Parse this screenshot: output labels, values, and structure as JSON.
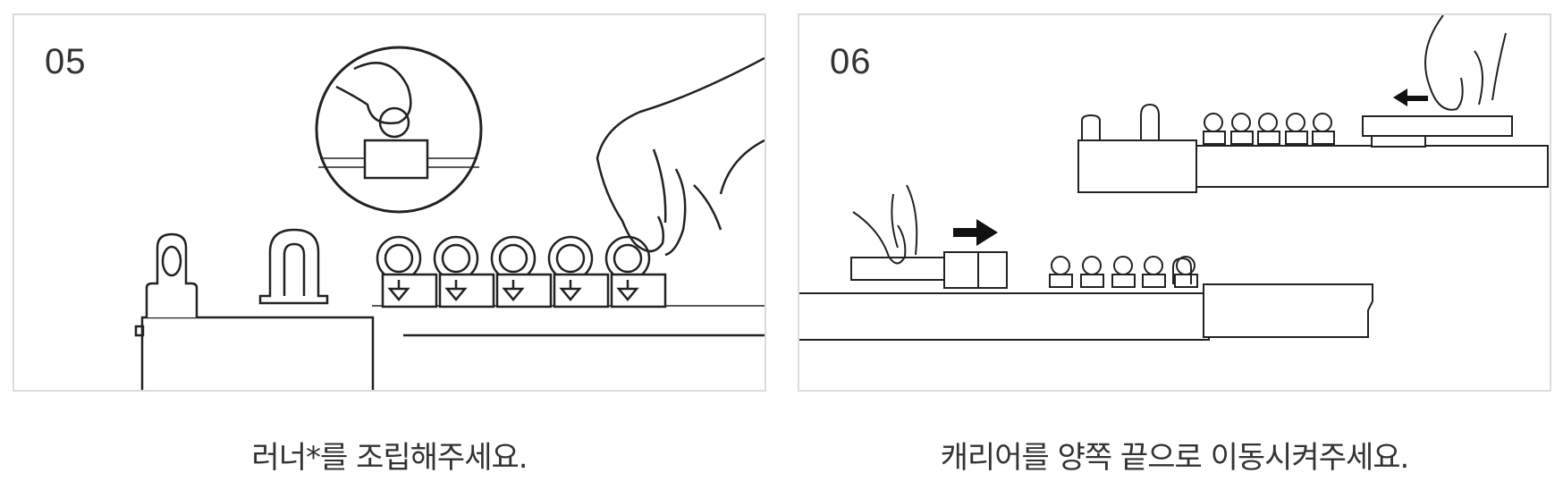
{
  "steps": [
    {
      "number": "05",
      "caption": "러너*를 조립해주세요."
    },
    {
      "number": "06",
      "caption": "캐리어를 양쪽 끝으로 이동시켜주세요."
    }
  ]
}
